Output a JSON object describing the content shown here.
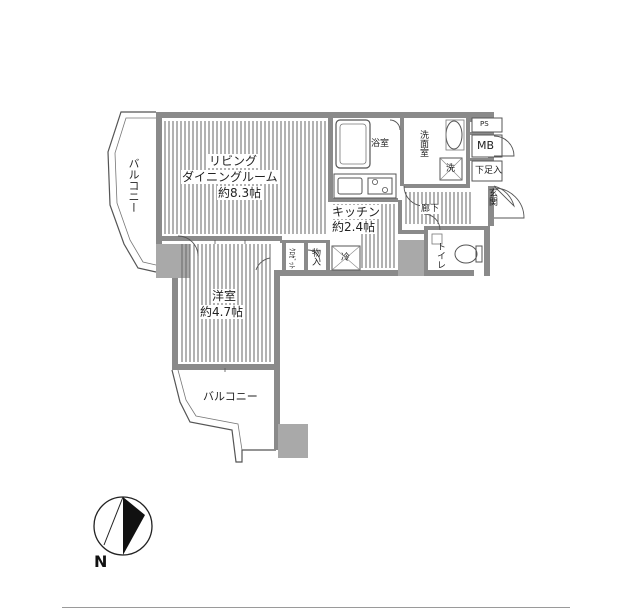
{
  "rooms": {
    "ldk_line1": "リビング",
    "ldk_line2": "ダイニングルーム",
    "ldk_area": "約8.3帖",
    "kitchen": "キッチン",
    "kitchen_area": "約2.4帖",
    "western": "洋室",
    "western_area": "約4.7帖",
    "balcony_left": "バルコニー",
    "balcony_bottom": "バルコニー",
    "bath": "浴室",
    "washroom": "洗面室",
    "corridor": "廊下",
    "toilet": "トイレ",
    "entrance": "玄関",
    "shoe_box": "下足入",
    "mb": "MB",
    "ps": "PS",
    "storage": "物入",
    "closet": "ｸﾛｾﾞｯﾄ",
    "fridge": "冷",
    "washer": "洗"
  },
  "compass": {
    "north_label": "N"
  },
  "colors": {
    "wall": "#8a8a8a",
    "pillar": "#a9a9a9",
    "line": "#555555",
    "floor_lines": "#666666"
  }
}
